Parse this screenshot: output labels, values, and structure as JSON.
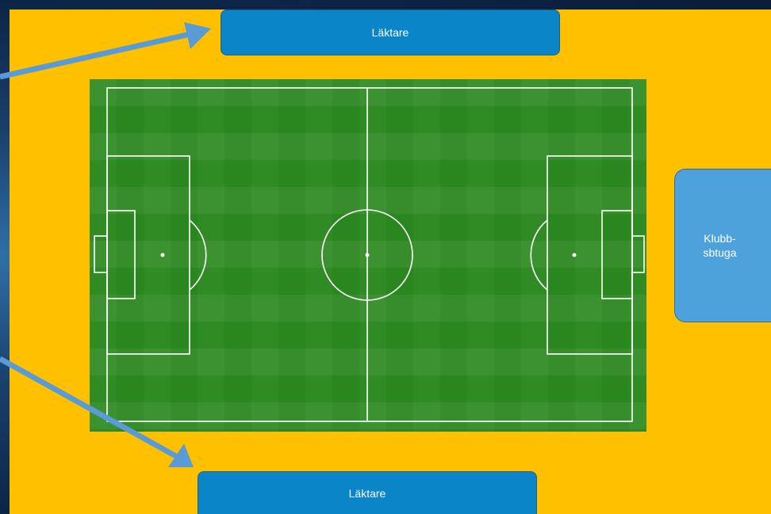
{
  "stands": {
    "top_label": "Läktare",
    "bottom_label": "Läktare"
  },
  "clubhouse": {
    "label": "Klubb-\nsbtuga"
  },
  "colors": {
    "yard": "#ffc000",
    "stand": "#0a86c8",
    "clubhouse": "#4ea2dc",
    "pitch_dark": "#2b8a1e",
    "pitch_light": "#3f9a2e",
    "arrow": "#5b9bd5",
    "line": "#ffffff"
  },
  "icons": {
    "arrow_top": "arrow-to-top-stand-icon",
    "arrow_bottom": "arrow-to-bottom-stand-icon",
    "pitch": "football-pitch-icon"
  }
}
